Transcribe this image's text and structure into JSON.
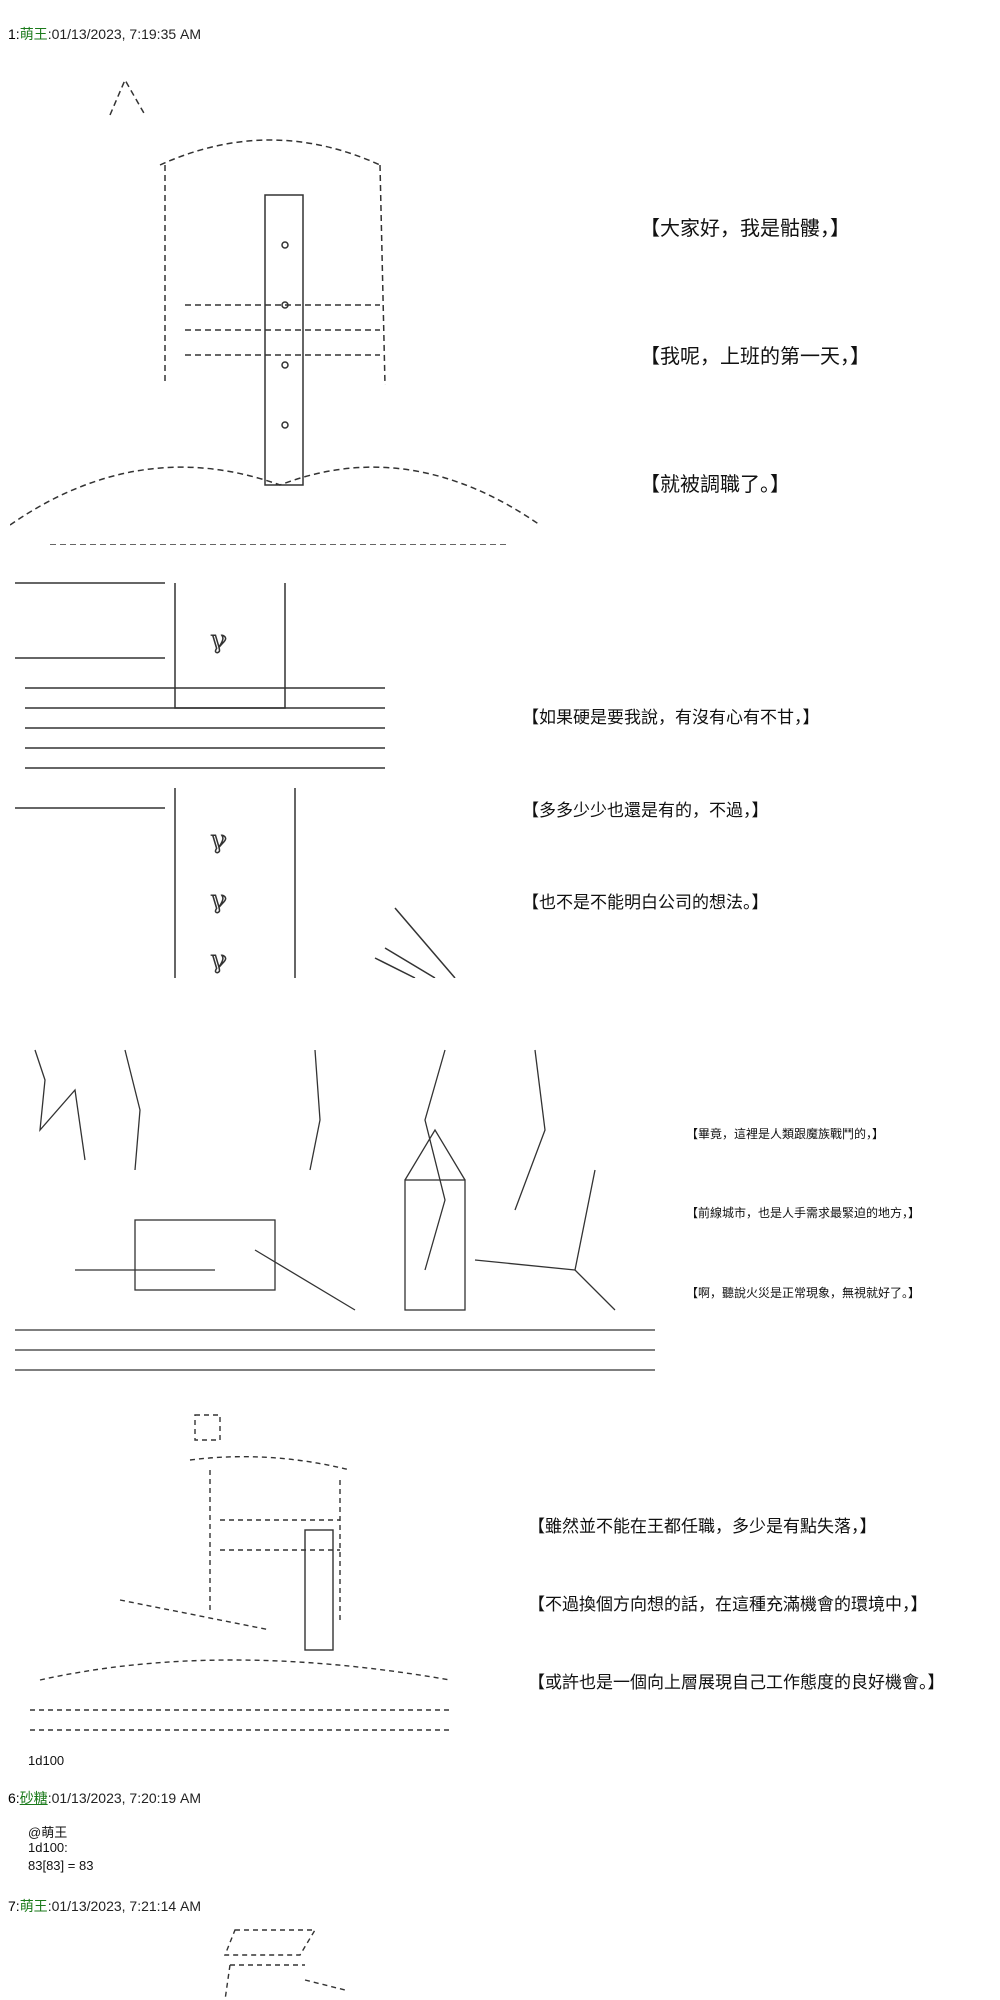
{
  "posts": [
    {
      "header": {
        "num": "1:",
        "name": "萌王",
        "date": ":01/13/2023, 7:19:35 AM"
      },
      "panel1": [
        "【大家好，我是骷髏，】",
        "【我呢，上班的第一天，】",
        "【就被調職了。】"
      ],
      "panel2": [
        "【如果硬是要我說，有沒有心有不甘，】",
        "【多多少少也還是有的，不過，】",
        "【也不是不能明白公司的想法。】"
      ],
      "panel3": [
        "【畢竟，這裡是人類跟魔族戰鬥的，】",
        "【前線城市，也是人手需求最緊迫的地方，】",
        "【啊，聽說火災是正常現象，無視就好了。】"
      ],
      "panel4": [
        "【雖然並不能在王都任職，多少是有點失落，】",
        "【不過換個方向想的話，在這種充滿機會的環境中，】",
        "【或許也是一個向上層展現自己工作態度的良好機會。】"
      ],
      "dice": "1d100"
    },
    {
      "header": {
        "num": "6:",
        "name": "砂糖",
        "date": ":01/13/2023, 7:20:19 AM"
      },
      "lines": [
        "@萌王",
        "1d100:",
        "83[83] = 83"
      ]
    },
    {
      "header": {
        "num": "7:",
        "name": "萌王",
        "date": ":01/13/2023, 7:21:14 AM"
      }
    }
  ],
  "icons": {
    "helmet": "knight-helmet-icon",
    "castle": "burning-castle-icon"
  }
}
